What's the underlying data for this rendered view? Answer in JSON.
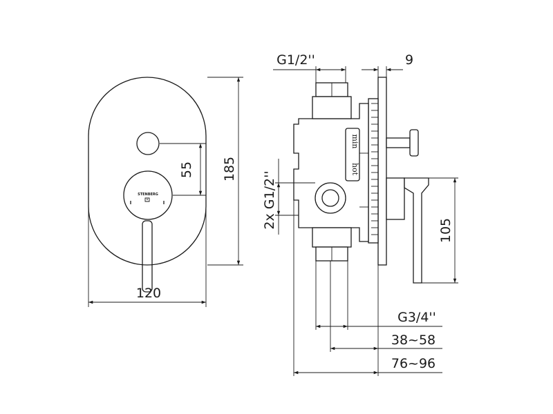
{
  "front_view": {
    "brand_label": "STENBERG",
    "dims": {
      "width": "120",
      "height": "185",
      "spacing": "55"
    }
  },
  "side_view": {
    "markers": {
      "min": "min",
      "hot": "hot"
    },
    "dims": {
      "top_thread": "G1/2''",
      "plate_thickness": "9",
      "side_threads": "2x G1/2''",
      "lever_height": "105",
      "outlet_thread": "G3/4''",
      "depth_short": "38~58",
      "depth_long": "76~96"
    }
  }
}
